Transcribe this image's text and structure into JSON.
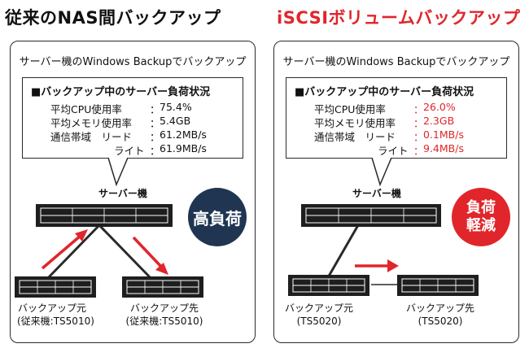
{
  "left": {
    "title": "従来のNAS間バックアップ",
    "heading": "サーバー機のWindows Backupでバックアップ",
    "bubble_title": "■バックアップ中のサーバー負荷状況",
    "rows": [
      {
        "label": "平均CPU使用率",
        "value": "75.4%"
      },
      {
        "label": "平均メモリ使用率",
        "value": "5.4GB"
      },
      {
        "label": "通信帯域　リード",
        "value": "61.2MB/s"
      },
      {
        "label": "ライト",
        "value": "61.9MB/s"
      }
    ],
    "server_label": "サーバー機",
    "badge": "高負荷",
    "source_label": "バックアップ元",
    "source_model": "(従来機:TS5010)",
    "dest_label": "バックアップ先",
    "dest_model": "(従来機:TS5010)"
  },
  "right": {
    "title": "iSCSIボリュームバックアップ",
    "heading": "サーバー機のWindows Backupでバックアップ",
    "bubble_title": "■バックアップ中のサーバー負荷状況",
    "rows": [
      {
        "label": "平均CPU使用率",
        "value": "26.0%"
      },
      {
        "label": "平均メモリ使用率",
        "value": "2.3GB"
      },
      {
        "label": "通信帯域　リード",
        "value": "0.1MB/s"
      },
      {
        "label": "ライト",
        "value": "9.4MB/s"
      }
    ],
    "server_label": "サーバー機",
    "badge_line1": "負荷",
    "badge_line2": "軽減",
    "source_label": "バックアップ元",
    "source_model": "(TS5020)",
    "dest_label": "バックアップ先",
    "dest_model": "(TS5020)"
  },
  "colon": "：",
  "colors": {
    "accent_red": "#e0262b",
    "badge_navy": "#1f3552",
    "device_dark": "#1e1e1e"
  }
}
